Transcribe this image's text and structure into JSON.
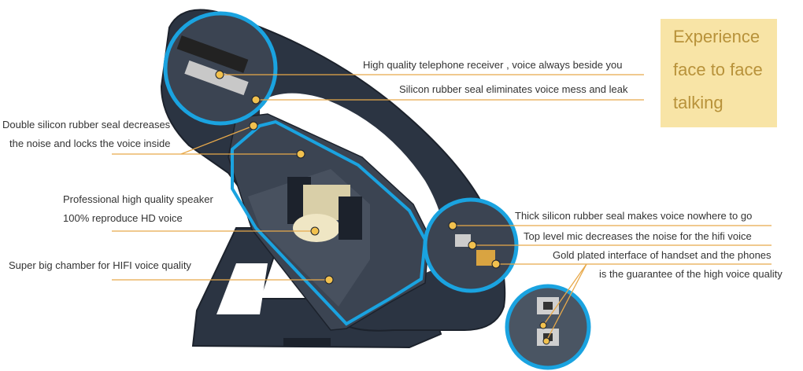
{
  "callout": {
    "lines": [
      "Experience",
      "face to face",
      "talking"
    ]
  },
  "annotations": {
    "receiver": "High quality telephone receiver , voice always beside you",
    "silicon_seal": "Silicon rubber seal eliminates voice mess and leak",
    "double_seal_1": "Double silicon rubber seal decreases",
    "double_seal_2": "the noise and locks the voice inside",
    "speaker_1": "Professional high quality speaker",
    "speaker_2": "100% reproduce HD voice",
    "chamber": "Super big chamber for HIFI voice quality",
    "thick_seal": "Thick silicon rubber seal makes voice nowhere to go",
    "top_mic": "Top level mic decreases the noise for the hifi voice",
    "gold_1": "Gold plated interface of handset and the phones",
    "gold_2": "is the guarantee of the high voice quality"
  },
  "colors": {
    "accent_blue": "#1aa3e0",
    "leader_orange": "#e8a94a",
    "handset_dark": "#2b3442",
    "callout_bg": "#f8e4a6",
    "callout_text": "#b8923a"
  }
}
